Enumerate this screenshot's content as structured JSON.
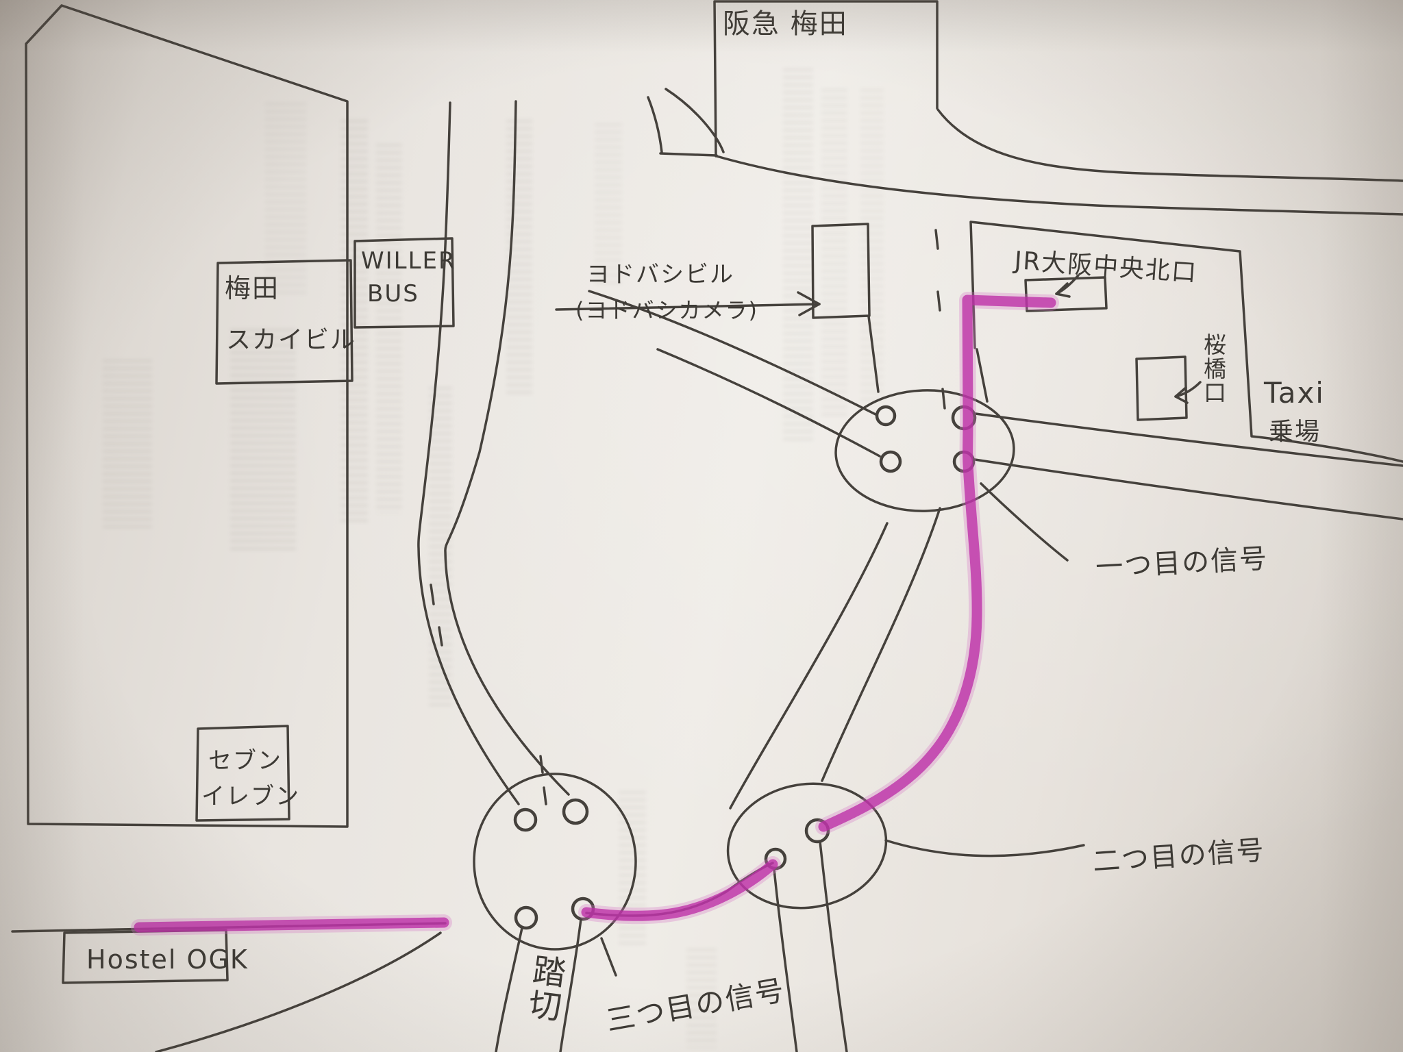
{
  "map": {
    "colors": {
      "paper": "#e9e5e0",
      "ink": "#45413c",
      "route_highlight": "#bc2ea7"
    },
    "buildings": {
      "hankyu_umeda": "阪急 梅田",
      "umeda_sky": {
        "line1": "梅田",
        "line2": "スカイビル"
      },
      "willer": {
        "line1": "WILLER",
        "line2": "BUS"
      },
      "yodobashi": {
        "line1": "ヨドバシビル",
        "line2": "(ヨドバシカメラ)"
      },
      "seven_eleven": {
        "line1": "セブン",
        "line2": "イレブン"
      },
      "hostel_ogk": "Hostel OGK"
    },
    "station": {
      "jr_north_exit": "JR大阪中央北口",
      "sakurabashi_exit": "桜橋口",
      "taxi": {
        "line1": "Taxi",
        "line2": "乗場"
      }
    },
    "signals": {
      "first": "一つ目の信号",
      "second": "二つ目の信号",
      "third": "三つ目の信号"
    },
    "crossing": "踏切"
  }
}
